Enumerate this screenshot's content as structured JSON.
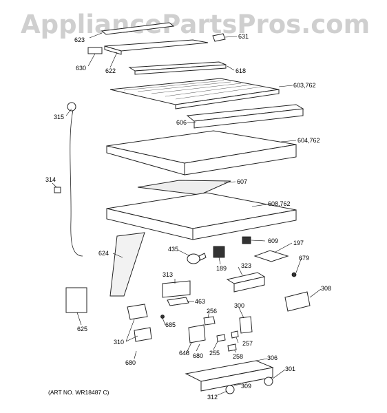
{
  "watermark": "AppliancePartsPros.com",
  "art_number": "(ART NO. WR18487 C)",
  "callouts": {
    "c623": "623",
    "c631": "631",
    "c630": "630",
    "c622": "622",
    "c618": "618",
    "c603": "603,762",
    "c315": "315",
    "c606": "606",
    "c604": "604,762",
    "c314": "314",
    "c607": "607",
    "c608": "608,762",
    "c609": "609",
    "c197": "197",
    "c624": "624",
    "c435": "435",
    "c189": "189",
    "c323": "323",
    "c679": "679",
    "c313": "313",
    "c308": "308",
    "c463": "463",
    "c300": "300",
    "c256": "256",
    "c625": "625",
    "c685": "685",
    "c310": "310",
    "c648": "648",
    "c680a": "680",
    "c255": "255",
    "c257": "257",
    "c258": "258",
    "c306": "306",
    "c680b": "680",
    "c301": "301",
    "c309": "309",
    "c312": "312"
  }
}
